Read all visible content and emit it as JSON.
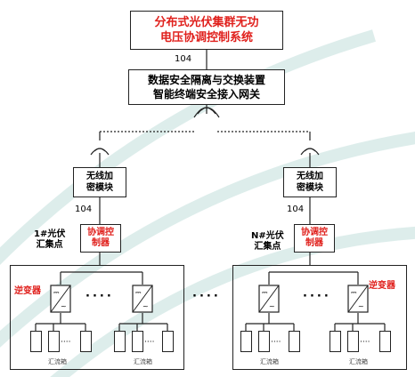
{
  "system_box": {
    "line1": "分布式光伏集群无功",
    "line2": "电压协调控制系统"
  },
  "label_104_top": "104",
  "gateway_box": {
    "line1": "数据安全隔离与交换装置",
    "line2": "智能终端安全接入网关"
  },
  "left_group": {
    "encrypt_line1": "无线加",
    "encrypt_line2": "密模块",
    "label_104": "104",
    "site_line1": "1#光伏",
    "site_line2": "汇集点",
    "controller_line1": "协调控",
    "controller_line2": "制器",
    "inverter_label": "逆变器",
    "combiner_label": "汇流箱",
    "dots": "····"
  },
  "right_group": {
    "encrypt_line1": "无线加",
    "encrypt_line2": "密模块",
    "label_104": "104",
    "site_line1": "N#光伏",
    "site_line2": "汇集点",
    "controller_line1": "协调控",
    "controller_line2": "制器",
    "inverter_label": "逆变器",
    "combiner_label": "汇流箱",
    "dots": "····"
  },
  "middle_dots": "····",
  "colors": {
    "accent_red": "#e0201c",
    "line": "#222222",
    "watermark": "#c9e3e0"
  }
}
